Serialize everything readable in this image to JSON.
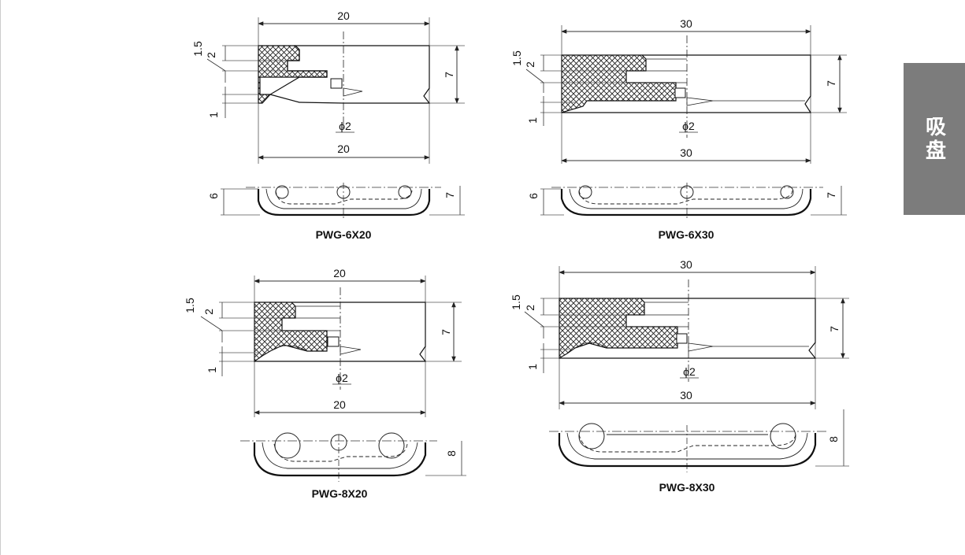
{
  "side_tab": {
    "label": "吸盘"
  },
  "models": [
    {
      "id": "pwg-6x20",
      "name": "PWG-6X20",
      "dims": {
        "top_width": "20",
        "bottom_width": "20",
        "t1": "1.5",
        "t2": "2",
        "t3": "1",
        "height": "7",
        "hole": "ϕ2",
        "front_left": "6",
        "front_right": "7"
      }
    },
    {
      "id": "pwg-6x30",
      "name": "PWG-6X30",
      "dims": {
        "top_width": "30",
        "bottom_width": "30",
        "t1": "1.5",
        "t2": "2",
        "t3": "1",
        "height": "7",
        "hole": "ϕ2",
        "front_left": "6",
        "front_right": "7"
      }
    },
    {
      "id": "pwg-8x20",
      "name": "PWG-8X20",
      "dims": {
        "top_width": "20",
        "bottom_width": "20",
        "t1": "1.5",
        "t2": "2",
        "t3": "1",
        "height": "7",
        "hole": "ϕ2",
        "front_right": "8"
      }
    },
    {
      "id": "pwg-8x30",
      "name": "PWG-8X30",
      "dims": {
        "top_width": "30",
        "bottom_width": "30",
        "t1": "1.5",
        "t2": "2",
        "t3": "1",
        "height": "7",
        "hole": "ϕ2",
        "front_right": "8"
      }
    }
  ]
}
